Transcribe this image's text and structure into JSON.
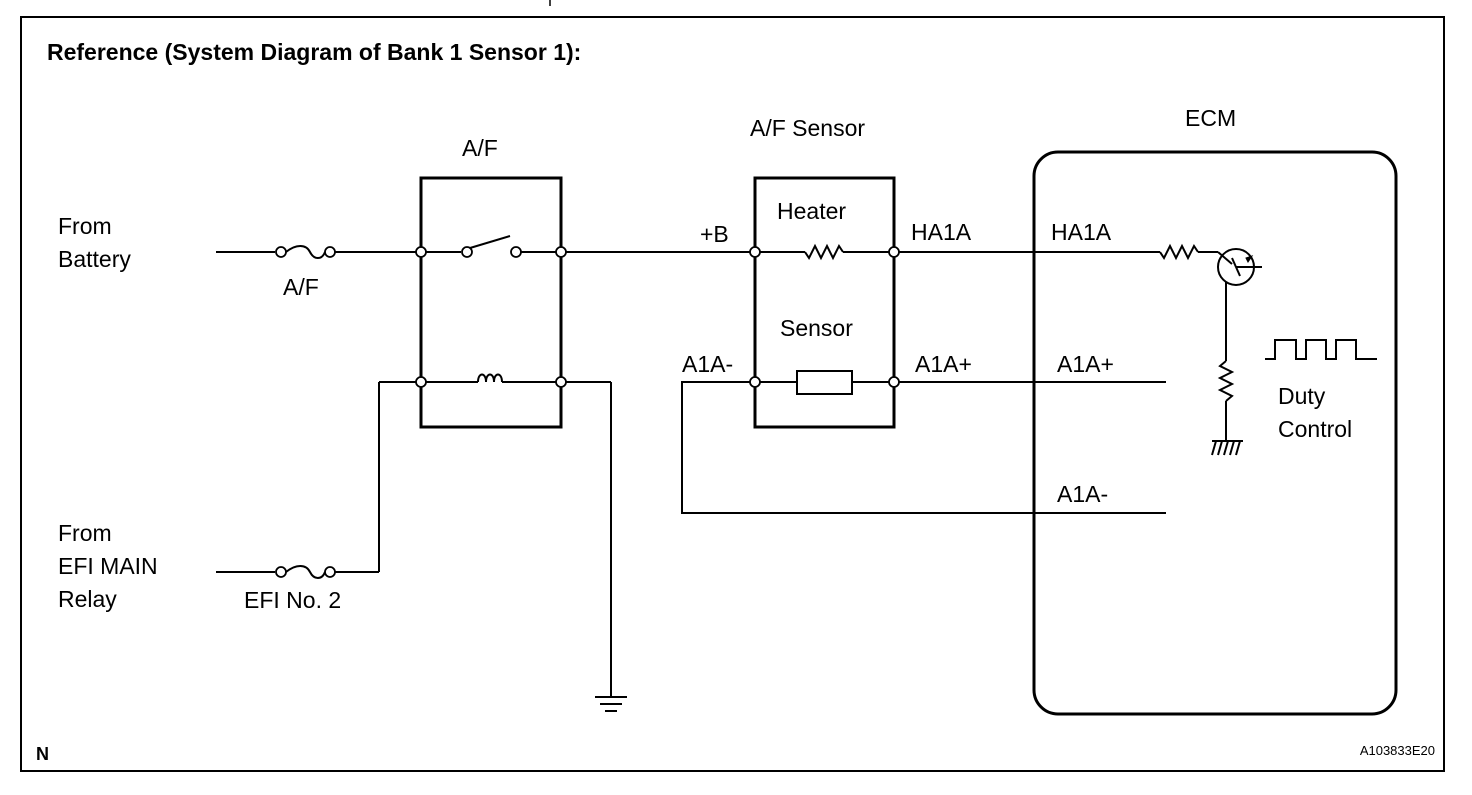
{
  "diagram": {
    "title": "Reference (System Diagram of Bank 1 Sensor 1):",
    "corner_mark": "N",
    "figure_code": "A103833E20",
    "sources": {
      "battery": [
        "From",
        "Battery"
      ],
      "efi_main_relay": [
        "From",
        "EFI MAIN",
        "Relay"
      ]
    },
    "fuses": {
      "af_fuse": "A/F",
      "efi_fuse": "EFI No. 2"
    },
    "relay": {
      "label": "A/F"
    },
    "af_sensor": {
      "label": "A/F Sensor",
      "heater_label": "Heater",
      "sensor_label": "Sensor",
      "pin_plus_b": "+B",
      "pin_ha1a": "HA1A",
      "pin_a1a_plus": "A1A+",
      "pin_a1a_minus": "A1A-"
    },
    "ecm": {
      "label": "ECM",
      "pin_ha1a": "HA1A",
      "pin_a1a_plus": "A1A+",
      "pin_a1a_minus": "A1A-",
      "duty_control": [
        "Duty",
        "Control"
      ]
    }
  }
}
